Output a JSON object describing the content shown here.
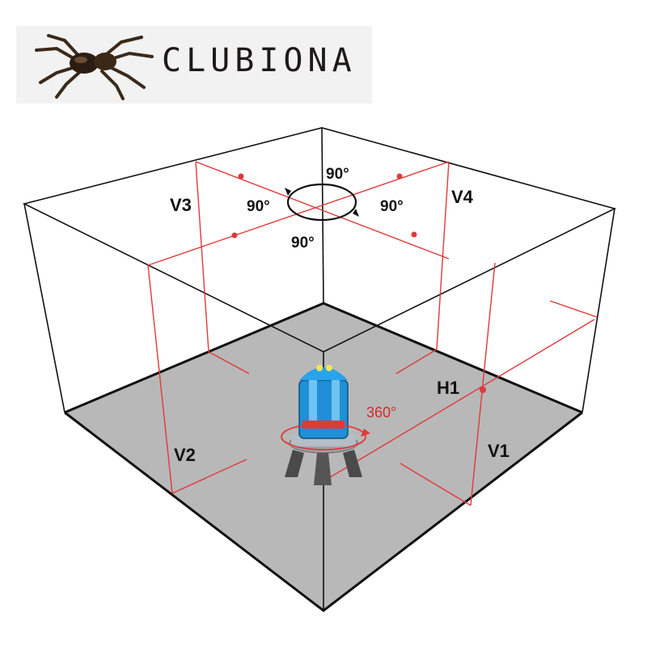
{
  "brand": {
    "name": "CLUBIONA",
    "logo_icon": "spider-icon"
  },
  "diagram": {
    "line_labels": {
      "v1": "V1",
      "v2": "V2",
      "v3": "V3",
      "v4": "V4",
      "h1": "H1"
    },
    "angles": {
      "top": "90°",
      "left": "90°",
      "right": "90°",
      "bottom": "90°"
    },
    "rotation": "360°",
    "colors": {
      "laser": "#e0393a",
      "floor": "#b8b8b8",
      "device_body": "#1f8fd6",
      "box_edges": "#111111"
    },
    "device_icon": "laser-level-icon"
  }
}
